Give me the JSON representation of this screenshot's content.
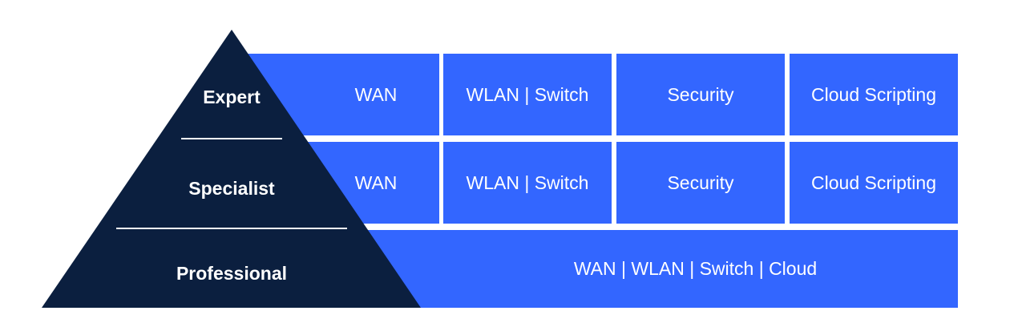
{
  "colors": {
    "accent": "#3366ff",
    "pyramid": "#0b1f3f",
    "text": "#ffffff",
    "background": "#ffffff"
  },
  "pyramid": {
    "tiers": [
      {
        "label": "Expert"
      },
      {
        "label": "Specialist"
      },
      {
        "label": "Professional"
      }
    ]
  },
  "rows": {
    "expert": {
      "cells": [
        "WAN",
        "WLAN | Switch",
        "Security",
        "Cloud Scripting"
      ]
    },
    "specialist": {
      "cells": [
        "WAN",
        "WLAN | Switch",
        "Security",
        "Cloud Scripting"
      ]
    },
    "professional": {
      "cell": "WAN | WLAN | Switch | Cloud"
    }
  }
}
